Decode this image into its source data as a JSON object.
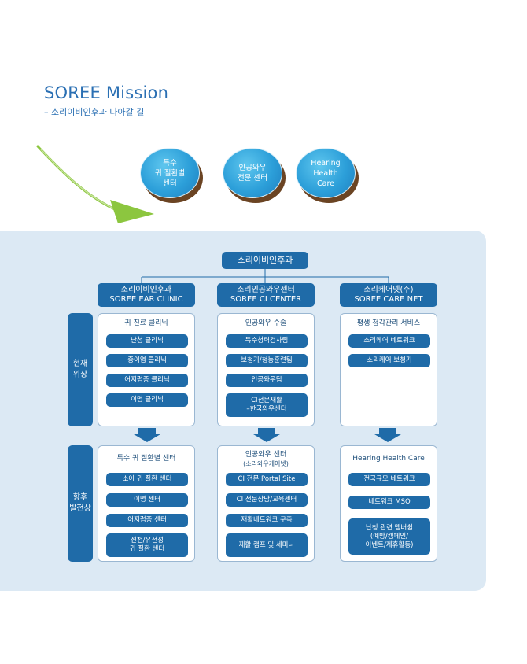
{
  "header": {
    "title": "SOREE Mission",
    "subtitle": "– 소리이비인후과 나아갈 길"
  },
  "circles": [
    {
      "label": "특수\n귀 질환별\n센터"
    },
    {
      "label": "인공와우\n전문 센터"
    },
    {
      "label": "Hearing\nHealth\nCare"
    }
  ],
  "root": {
    "label": "소리이비인후과"
  },
  "columns": [
    {
      "name": "소리이비인후과",
      "name_en": "SOREE EAR CLINIC",
      "current": {
        "heading": "귀 진료 클리닉",
        "items": [
          "난청 클리닉",
          "중이염 클리닉",
          "어지럼증 클리닉",
          "이명 클리닉"
        ]
      },
      "future": {
        "heading": "특수 귀 질환별 센터",
        "items": [
          "소아 귀 질환 센터",
          "이명 센터",
          "어지럼증 센터",
          "선천/유전성\n귀 질환 센터"
        ]
      }
    },
    {
      "name": "소리인공와우센터",
      "name_en": "SOREE CI CENTER",
      "current": {
        "heading": "인공와우 수술",
        "items": [
          "특수청력검사팀",
          "보청기/청능훈련팀",
          "인공와우팀",
          "CI전문재활\n–한국와우센터"
        ]
      },
      "future": {
        "heading": "인공와우 센터",
        "heading_sub": "(소리와우케어넷)",
        "items": [
          "CI 전문 Portal Site",
          "CI 전문상담/교육센터",
          "재활네트워크 구축",
          "재활 캠프 및 세미나"
        ]
      }
    },
    {
      "name": "소리케어넷(주)",
      "name_en": "SOREE CARE NET",
      "current": {
        "heading": "평생 청각관리 서비스",
        "items": [
          "소리케어 네트워크",
          "소리케어 보청기"
        ]
      },
      "future": {
        "heading": "Hearing Health Care",
        "items": [
          "전국규모 네트워크",
          "네트워크 MSO",
          "난청 관련 멤버쉽\n(예방/캠페인/\n이벤트/제휴활동)"
        ]
      }
    }
  ],
  "rows": {
    "current_label": "현재\n위상",
    "future_label": "향후\n발전상"
  },
  "colors": {
    "accent": "#1f6ba8",
    "panel": "#dce9f4",
    "title": "#2a6fb3",
    "arrow": "#8cc63f"
  }
}
